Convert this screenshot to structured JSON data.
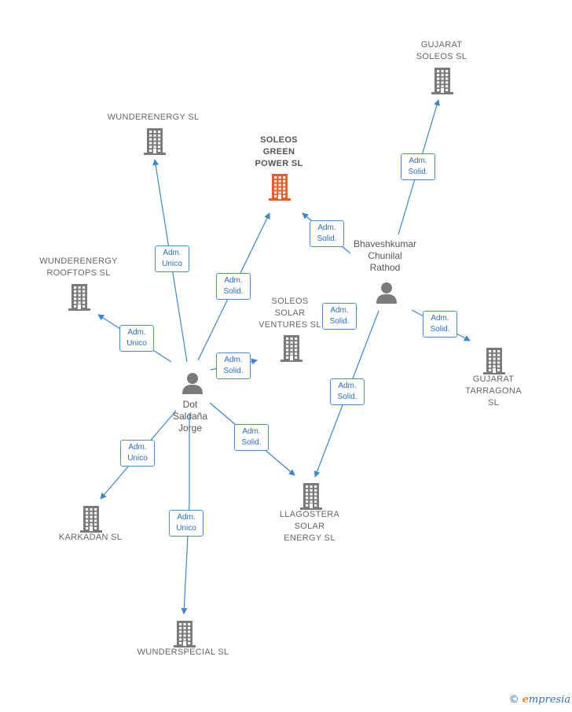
{
  "colors": {
    "edge": "#3d85d0",
    "company": "#7a7a7a",
    "company_highlight": "#f05a24",
    "person": "#7a7a7a"
  },
  "companies": [
    {
      "id": "wunderenergy",
      "label": "WUNDERENERGY SL",
      "highlight": false,
      "icon": "building-icon"
    },
    {
      "id": "soleos-green",
      "label": "SOLEOS\nGREEN\nPOWER  SL",
      "highlight": true,
      "icon": "building-icon"
    },
    {
      "id": "gujarat-soleos",
      "label": "GUJARAT\nSOLEOS  SL",
      "highlight": false,
      "icon": "building-icon"
    },
    {
      "id": "wunderenergy-rooftops",
      "label": "WUNDERENERGY\nROOFTOPS SL",
      "highlight": false,
      "icon": "building-icon"
    },
    {
      "id": "soleos-solar",
      "label": "SOLEOS\nSOLAR\nVENTURES  SL",
      "highlight": false,
      "icon": "building-icon"
    },
    {
      "id": "gujarat-tarragona",
      "label": "GUJARAT\nTARRAGONA\nSL",
      "highlight": false,
      "icon": "building-icon"
    },
    {
      "id": "karkadan",
      "label": "KARKADAN  SL",
      "highlight": false,
      "icon": "building-icon"
    },
    {
      "id": "llagostera",
      "label": "LLAGOSTERA\nSOLAR\nENERGY  SL",
      "highlight": false,
      "icon": "building-icon"
    },
    {
      "id": "wunderspecial",
      "label": "WUNDERSPECIAL SL",
      "highlight": false,
      "icon": "building-icon"
    }
  ],
  "persons": [
    {
      "id": "dot",
      "label": "Dot\nSaldaña\nJorge",
      "icon": "person-icon"
    },
    {
      "id": "bhavesh",
      "label": "Bhaveshkumar\nChunilal\nRathod",
      "icon": "person-icon"
    }
  ],
  "edges": [
    {
      "from": "dot",
      "to": "wunderenergy",
      "label": "Adm.\nUnico"
    },
    {
      "from": "dot",
      "to": "soleos-green",
      "label": "Adm.\nSolid."
    },
    {
      "from": "dot",
      "to": "wunderenergy-rooftops",
      "label": "Adm.\nUnico"
    },
    {
      "from": "dot",
      "to": "soleos-solar",
      "label": "Adm.\nSolid."
    },
    {
      "from": "dot",
      "to": "llagostera",
      "label": "Adm.\nSolid."
    },
    {
      "from": "dot",
      "to": "karkadan",
      "label": "Adm.\nUnico"
    },
    {
      "from": "dot",
      "to": "wunderspecial",
      "label": "Adm.\nUnico"
    },
    {
      "from": "bhavesh",
      "to": "gujarat-soleos",
      "label": "Adm.\nSolid."
    },
    {
      "from": "bhavesh",
      "to": "soleos-green",
      "label": "Adm.\nSolid."
    },
    {
      "from": "bhavesh",
      "to": "soleos-solar",
      "label": "Adm.\nSolid."
    },
    {
      "from": "bhavesh",
      "to": "gujarat-tarragona",
      "label": "Adm.\nSolid."
    },
    {
      "from": "bhavesh",
      "to": "llagostera",
      "label": "Adm.\nSolid."
    }
  ],
  "footer": {
    "copyright_symbol": "©",
    "brand_initial": "e",
    "brand_rest": "mpresia"
  }
}
